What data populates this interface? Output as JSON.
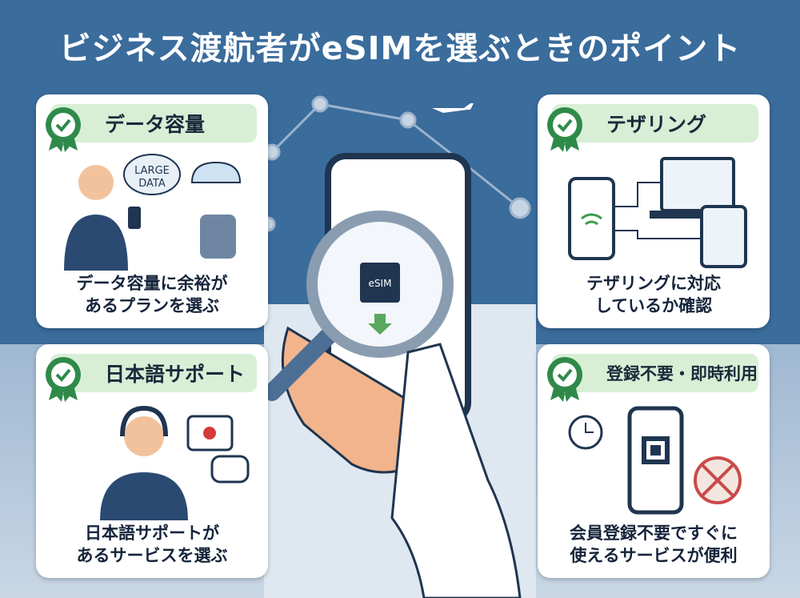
{
  "title": "ビジネス渡航者がeSIMを選ぶときのポイント",
  "center": {
    "chip_label": "eSIM"
  },
  "cards": [
    {
      "heading": "データ容量",
      "bubble": "LARGE DATA",
      "desc_lines": [
        "データ容量に余裕が",
        "あるプランを選ぶ"
      ]
    },
    {
      "heading": "テザリング",
      "desc_lines": [
        "テザリングに対応",
        "しているか確認"
      ]
    },
    {
      "heading": "日本語サポート",
      "desc_lines": [
        "日本語サポートが",
        "あるサービスを選ぶ"
      ]
    },
    {
      "heading": "登録不要・即時利用",
      "desc_lines": [
        "会員登録不要ですぐに",
        "使えるサービスが便利"
      ]
    }
  ],
  "colors": {
    "bg": "#3a6c9c",
    "pill": "#d8efd6",
    "badge": "#2f8a4a"
  }
}
